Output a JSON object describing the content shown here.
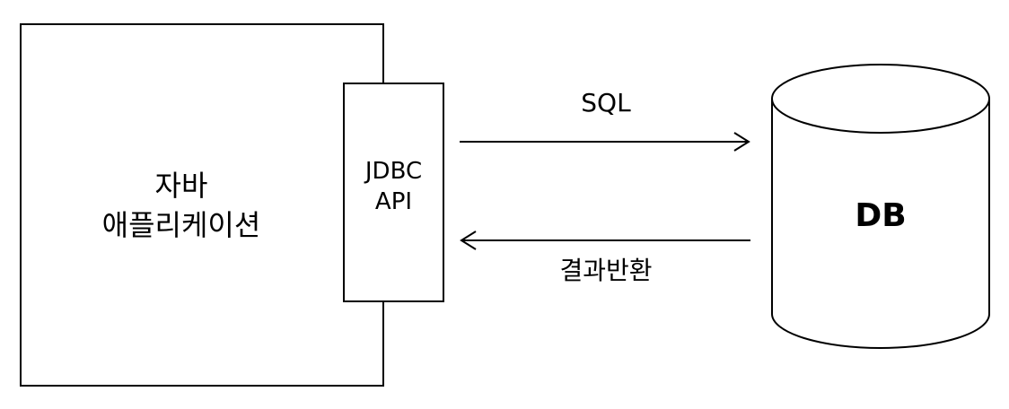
{
  "diagram": {
    "app": {
      "line1": "자바",
      "line2": "애플리케이션"
    },
    "api": {
      "line1": "JDBC",
      "line2": "API"
    },
    "arrows": {
      "request_label": "SQL",
      "response_label": "결과반환"
    },
    "db": {
      "label": "DB"
    }
  }
}
